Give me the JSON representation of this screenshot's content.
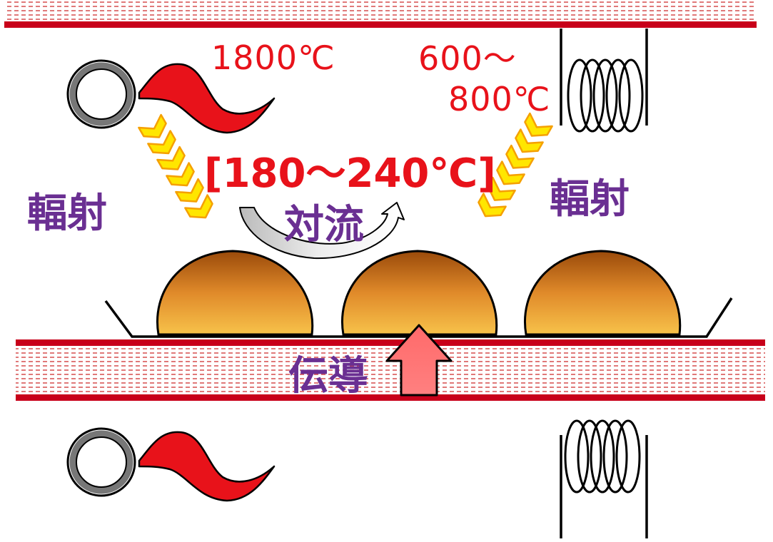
{
  "temps": {
    "lamp": "1800℃",
    "coil_line1": "600～",
    "coil_line2": "800℃",
    "oven_range": "[180～240℃]"
  },
  "labels": {
    "radiation_left": "輻射",
    "radiation_right": "輻射",
    "convection": "対流",
    "conduction": "伝導"
  },
  "colors": {
    "heat_red": "#e8121a",
    "label_purple": "#6a2f92",
    "plate_red": "#c8001a",
    "bread_brown": "#9a4a0a",
    "bread_light": "#f7c24a",
    "radiation_yellow": "#ffe600",
    "radiation_orange": "#f5a000"
  }
}
